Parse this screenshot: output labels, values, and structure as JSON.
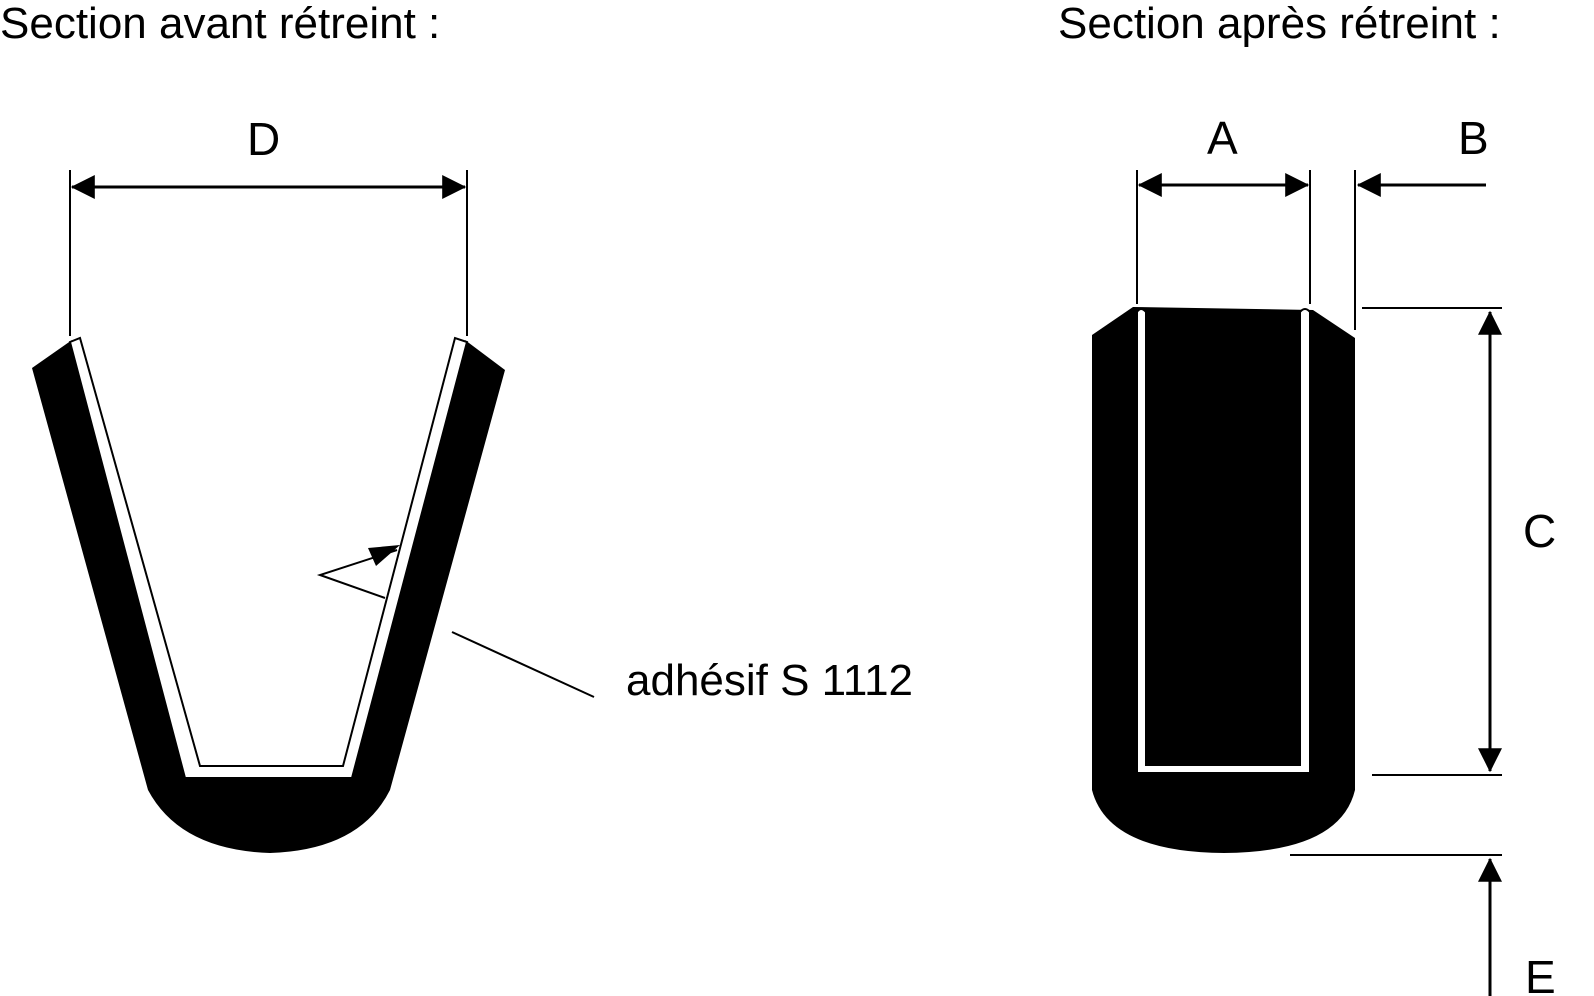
{
  "headings": {
    "before": "Section avant rétreint :",
    "after": "Section après rétreint :"
  },
  "dimensions": {
    "d": "D",
    "a": "A",
    "b": "B",
    "c": "C",
    "e": "E"
  },
  "annotation": {
    "adhesive": "adhésif S 1112"
  },
  "colors": {
    "ink": "#000000",
    "paper": "#ffffff"
  }
}
